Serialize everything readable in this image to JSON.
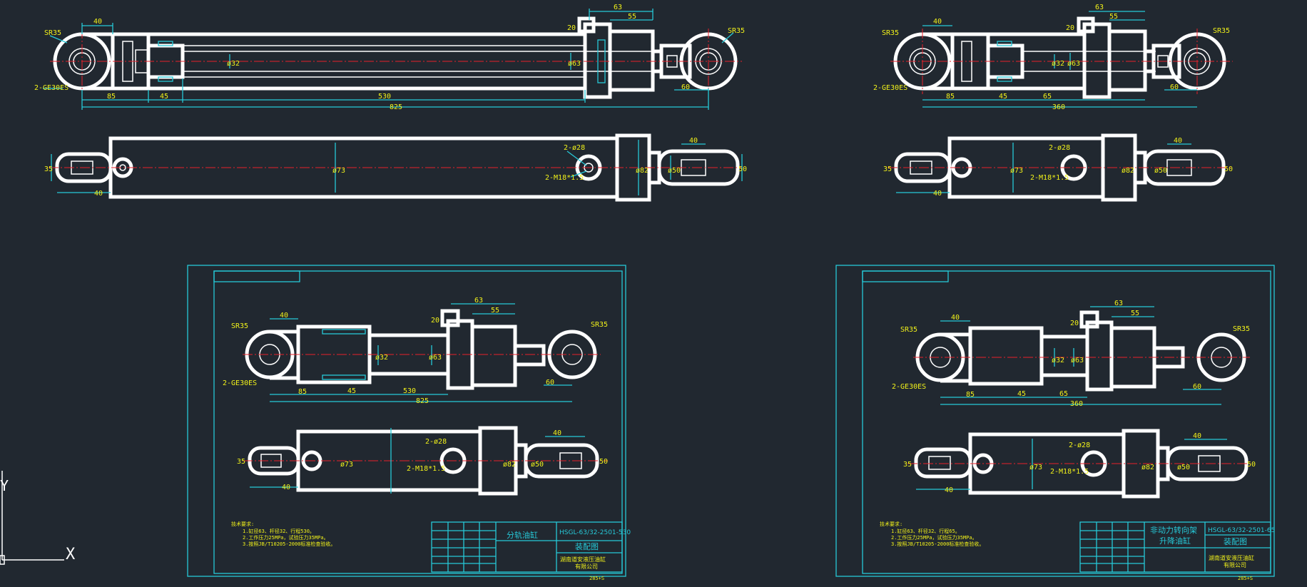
{
  "drawing_left": {
    "dims": {
      "d40": "40",
      "d63": "63",
      "d55": "55",
      "d20": "20",
      "d85": "85",
      "d45": "45",
      "d530": "530",
      "d825": "825",
      "d60": "60",
      "dia32": "ø32",
      "dia63": "ø63",
      "dia73": "ø73",
      "dia82": "ø82",
      "dia50": "ø50",
      "d35": "35",
      "d40b": "40",
      "d40c": "40",
      "d50": "50"
    },
    "sr_left": "SR35",
    "sr_right": "SR35",
    "ge": "2-GE30ES",
    "hole": "2-ø28",
    "thread": "2-M18*1.5"
  },
  "drawing_right": {
    "dims": {
      "d40": "40",
      "d63": "63",
      "d55": "55",
      "d20": "20",
      "d85": "85",
      "d45": "45",
      "d65": "65",
      "d360": "360",
      "d60": "60",
      "dia32": "ø32",
      "dia63": "ø63",
      "dia73": "ø73",
      "dia82": "ø82",
      "dia50": "ø50",
      "d35": "35",
      "d40b": "40",
      "d40c": "40",
      "d50": "50"
    },
    "sr_left": "SR35",
    "sr_right": "SR35",
    "ge": "2-GE30ES",
    "hole": "2-ø28",
    "thread": "2-M18*1.5"
  },
  "sheet_left": {
    "dims": {
      "d40": "40",
      "d63": "63",
      "d55": "55",
      "d20": "20",
      "d85": "85",
      "d45": "45",
      "d530": "530",
      "d825": "825",
      "d60": "60",
      "dia32": "ø32",
      "dia63": "ø63",
      "dia73": "ø73",
      "dia82": "ø82",
      "dia50": "ø50",
      "d35": "35",
      "d40b": "40",
      "d40c": "40",
      "d50": "50"
    },
    "sr_left": "SR35",
    "sr_right": "SR35",
    "ge": "2-GE30ES",
    "hole": "2-ø28",
    "thread": "2-M18*1.5",
    "name": "分轨油缸",
    "code": "HSGL-63/32-2501-530",
    "type": "装配图",
    "company_1": "湖南道安液压油缸",
    "company_2": "有限公司",
    "sheet_no": "285+S",
    "notes_title": "技术要求:",
    "notes": [
      "1.缸径63、杆径32、行程530。",
      "2.工作压力25MPa，试验压力35MPa。",
      "3.按照JB/T10205-2000标准检查验收。"
    ]
  },
  "sheet_right": {
    "dims": {
      "d40": "40",
      "d63": "63",
      "d55": "55",
      "d20": "20",
      "d85": "85",
      "d45": "45",
      "d65": "65",
      "d360": "360",
      "d60": "60",
      "dia32": "ø32",
      "dia63": "ø63",
      "dia73": "ø73",
      "dia82": "ø82",
      "dia50": "ø50",
      "d35": "35",
      "d40b": "40",
      "d40c": "40",
      "d50": "50"
    },
    "sr_left": "SR35",
    "sr_right": "SR35",
    "ge": "2-GE30ES",
    "hole": "2-ø28",
    "thread": "2-M18*1.5",
    "name_1": "非动力转向架",
    "name_2": "升降油缸",
    "code": "HSGL-63/32-2501-65",
    "type": "装配图",
    "company_1": "湖南道安液压油缸",
    "company_2": "有限公司",
    "sheet_no": "285+S",
    "notes_title": "技术要求:",
    "notes": [
      "1.缸径63、杆径32、行程65。",
      "2.工作压力25MPa，试验压力35MPa。",
      "3.按照JB/T10205-2000标准检查验收。"
    ]
  },
  "ucs": {
    "x_label": "X",
    "y_label": "Y"
  },
  "colors": {
    "background": "#212830",
    "outline": "#ffffff",
    "dimension": "#26c9d8",
    "text": "#f1f11a",
    "centerline": "#e8202a"
  }
}
